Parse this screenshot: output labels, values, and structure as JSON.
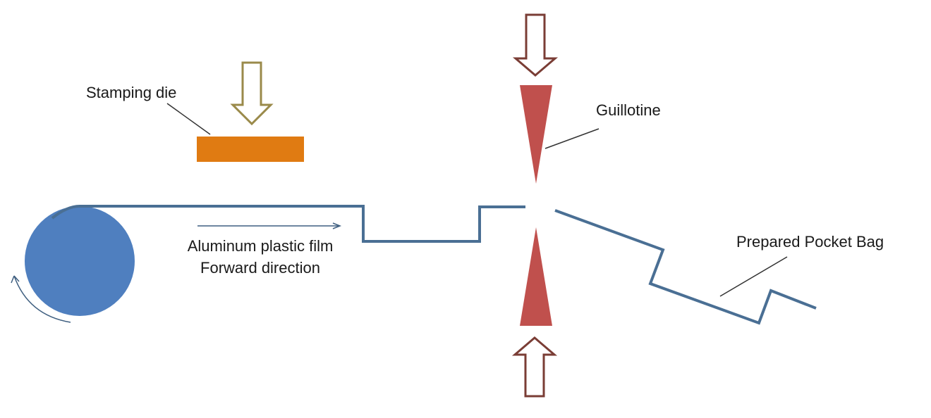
{
  "labels": {
    "stamping_die": "Stamping die",
    "guillotine": "Guillotine",
    "film_line1": "Aluminum plastic film",
    "film_line2": "Forward direction",
    "prepared_bag": "Prepared Pocket Bag"
  },
  "colors": {
    "film": "#4a6f94",
    "roll": "#4f7fbf",
    "die": "#e07b12",
    "die_arrow_stroke": "#9a8a4a",
    "blade": "#c0504d",
    "cut_arrow_stroke": "#7a3d35",
    "leader": "#333333"
  },
  "icons": {
    "roll": "film-roll-icon",
    "rotation": "rotation-arrow-icon"
  }
}
